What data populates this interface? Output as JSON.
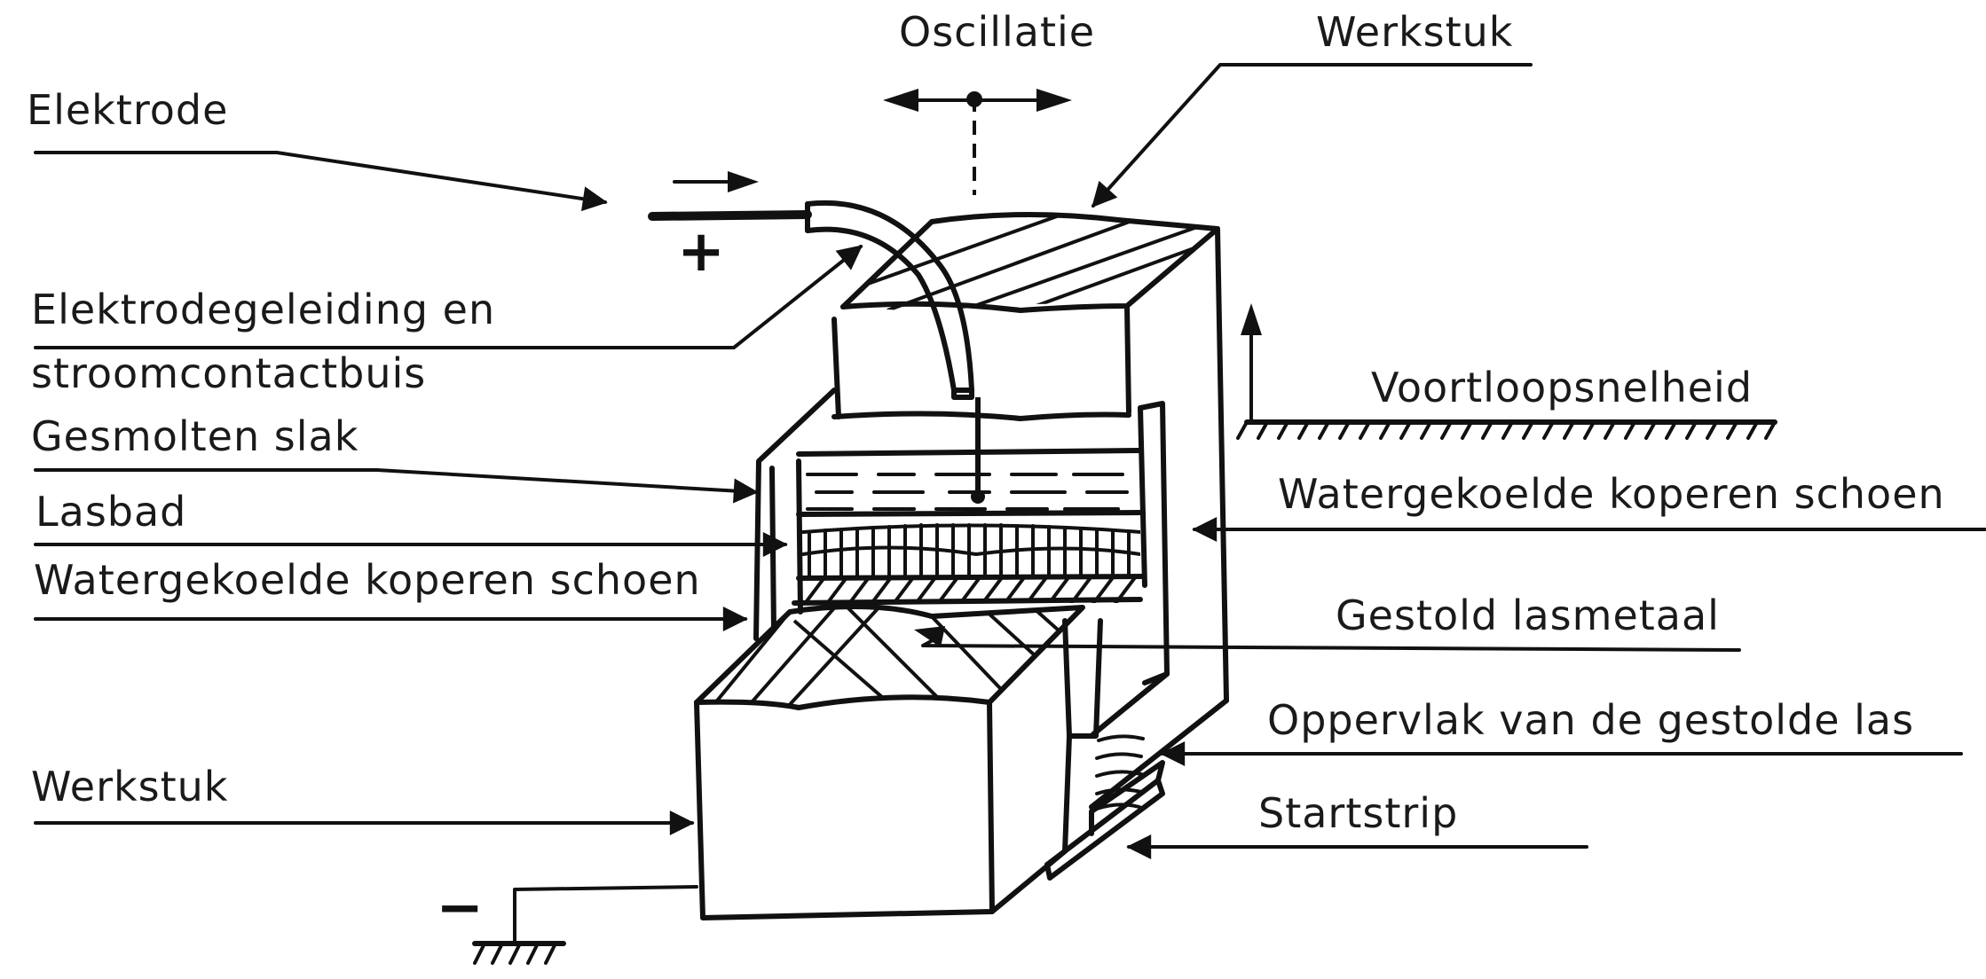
{
  "labels": {
    "oscillatie": "Oscillatie",
    "werkstuk_top": "Werkstuk",
    "elektrode": "Elektrode",
    "elektrodegeleiding_1": "Elektrodegeleiding en",
    "elektrodegeleiding_2": "stroomcontactbuis",
    "gesmolten_slak": "Gesmolten slak",
    "lasbad": "Lasbad",
    "schoen_left": "Watergekoelde koperen schoen",
    "werkstuk_bottom": "Werkstuk",
    "voortloopsnelheid": "Voortloopsnelheid",
    "schoen_right": "Watergekoelde koperen schoen",
    "gestold_lasmetaal": "Gestold lasmetaal",
    "oppervlak": "Oppervlak van de gestolde las",
    "startstrip": "Startstrip"
  },
  "polarity": {
    "plus": "+",
    "minus": "−"
  }
}
